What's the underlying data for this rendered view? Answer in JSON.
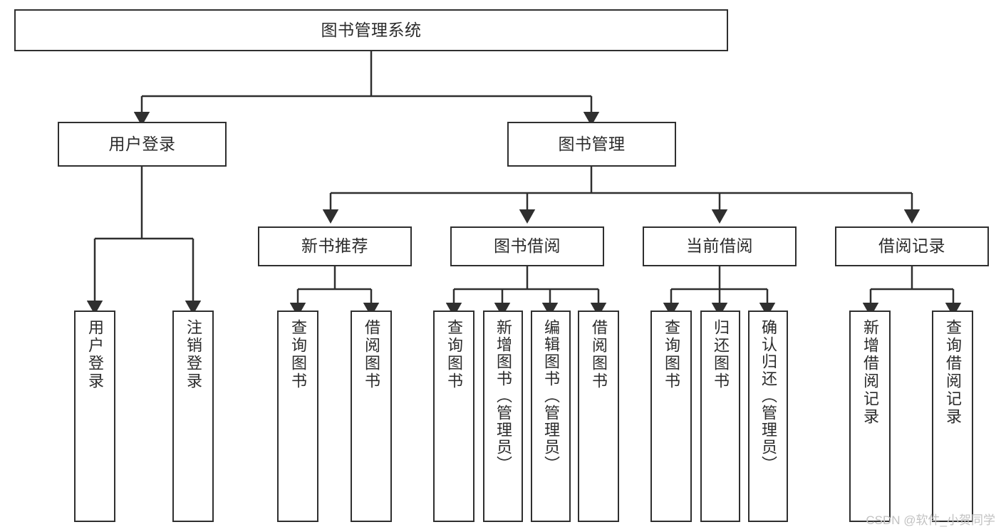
{
  "diagram": {
    "title": "图书管理系统",
    "type": "tree-hierarchy-diagram",
    "watermark": "CSDN @软件_小贺同学",
    "colors": {
      "stroke": "#2f2f2f",
      "text": "#2b2b2b",
      "background": "#ffffff",
      "watermark": "#c2c2c2"
    },
    "root": {
      "label": "图书管理系统"
    },
    "level1": [
      {
        "label": "用户登录"
      },
      {
        "label": "图书管理"
      }
    ],
    "level2": [
      {
        "label": "新书推荐"
      },
      {
        "label": "图书借阅"
      },
      {
        "label": "当前借阅"
      },
      {
        "label": "借阅记录"
      }
    ],
    "leaves": {
      "user_login": [
        {
          "label": "用户登录"
        },
        {
          "label": "注销登录"
        }
      ],
      "new_book_recommend": [
        {
          "label": "查询图书"
        },
        {
          "label": "借阅图书"
        }
      ],
      "book_borrow": [
        {
          "label": "查询图书"
        },
        {
          "label": "新增图书（管理员）"
        },
        {
          "label": "编辑图书（管理员）"
        },
        {
          "label": "借阅图书"
        }
      ],
      "current_borrow": [
        {
          "label": "查询图书"
        },
        {
          "label": "归还图书"
        },
        {
          "label": "确认归还（管理员）"
        }
      ],
      "borrow_record": [
        {
          "label": "新增借阅记录"
        },
        {
          "label": "查询借阅记录"
        }
      ]
    }
  }
}
